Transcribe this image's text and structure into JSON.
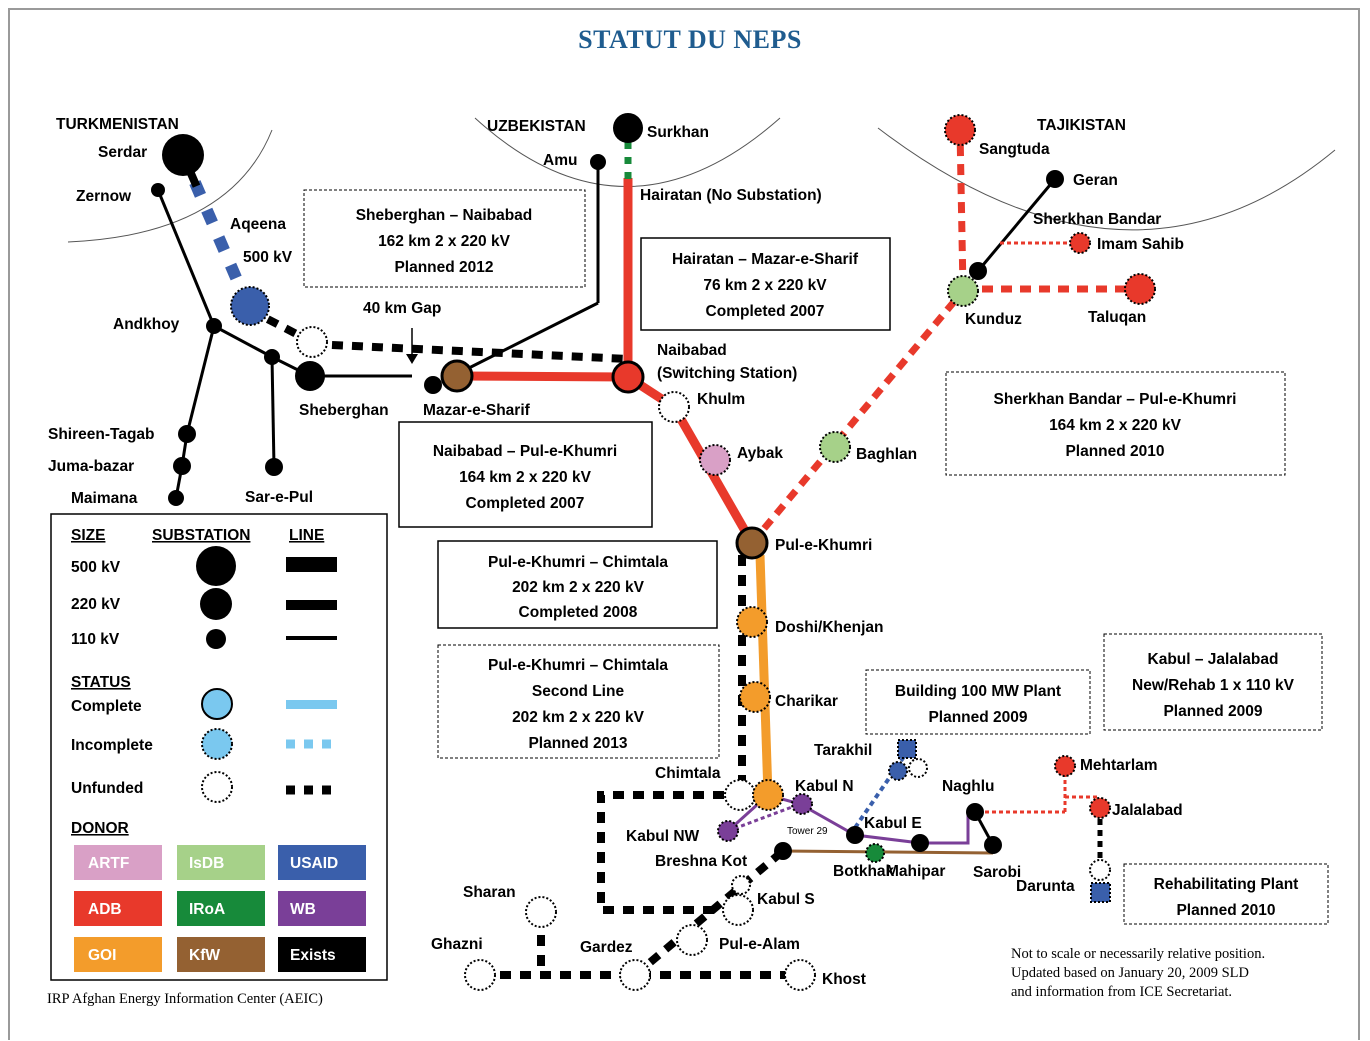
{
  "title": "STATUT DU NEPS",
  "countries": {
    "turkmenistan": "TURKMENISTAN",
    "uzbekistan": "UZBEKISTAN",
    "tajikistan": "TAJIKISTAN"
  },
  "places": {
    "serdar": "Serdar",
    "zernow": "Zernow",
    "aqeena": "Aqeena",
    "kv500": "500 kV",
    "andkhoy": "Andkhoy",
    "gap": "40 km Gap",
    "sheberghan": "Sheberghan",
    "mazar": "Mazar-e-Sharif",
    "shireen": "Shireen-Tagab",
    "juma": "Juma-bazar",
    "maimana": "Maimana",
    "sarepul": "Sar-e-Pul",
    "amu": "Amu",
    "surkhan": "Surkhan",
    "hairatan": "Hairatan (No Substation)",
    "naibabad1": "Naibabad",
    "naibabad2": "(Switching Station)",
    "khulm": "Khulm",
    "aybak": "Aybak",
    "pulekhumri": "Pul-e-Khumri",
    "baghlan": "Baghlan",
    "sangtuda": "Sangtuda",
    "geran": "Geran",
    "sherkhan": "Sherkhan Bandar",
    "imam": "Imam Sahib",
    "kunduz": "Kunduz",
    "taluqan": "Taluqan",
    "doshi": "Doshi/Khenjan",
    "charikar": "Charikar",
    "chimtala": "Chimtala",
    "kabuln": "Kabul N",
    "kabulnw": "Kabul NW",
    "tower29": "Tower 29",
    "kabule": "Kabul E",
    "breshna": "Breshna Kot",
    "botkhak": "Botkhak",
    "mahipar": "Mahipar",
    "sarobi": "Sarobi",
    "naghlu": "Naghlu",
    "tarakhil": "Tarakhil",
    "mehtarlam": "Mehtarlam",
    "jalalabad": "Jalalabad",
    "darunta": "Darunta",
    "kabuls": "Kabul S",
    "sharan": "Sharan",
    "ghazni": "Ghazni",
    "gardez": "Gardez",
    "pulealam": "Pul-e-Alam",
    "khost": "Khost"
  },
  "boxes": {
    "sheberghan": [
      "Sheberghan – Naibabad",
      "162 km 2 x 220 kV",
      "Planned 2012"
    ],
    "hairatan": [
      "Hairatan – Mazar-e-Sharif",
      "76 km 2 x 220 kV",
      "Completed 2007"
    ],
    "naibabad": [
      "Naibabad – Pul-e-Khumri",
      "164 km 2 x 220 kV",
      "Completed 2007"
    ],
    "sherkhan": [
      "Sherkhan Bandar – Pul-e-Khumri",
      "164 km 2 x 220 kV",
      "Planned 2010"
    ],
    "chimtala1": [
      "Pul-e-Khumri – Chimtala",
      "202 km 2 x 220 kV",
      "Completed 2008"
    ],
    "chimtala2": [
      "Pul-e-Khumri – Chimtala",
      "Second Line",
      "202 km 2 x 220 kV",
      "Planned 2013"
    ],
    "building": [
      "Building 100 MW Plant",
      "Planned 2009"
    ],
    "jalalabad": [
      "Kabul – Jalalabad",
      "New/Rehab 1 x 110 kV",
      "Planned 2009"
    ],
    "rehab": [
      "Rehabilitating Plant",
      "Planned 2010"
    ]
  },
  "legend": {
    "size_header": "SIZE",
    "substation_header": "SUBSTATION",
    "line_header": "LINE",
    "sizes": [
      "500 kV",
      "220 kV",
      "110 kV"
    ],
    "status_header": "STATUS",
    "statuses": [
      "Complete",
      "Incomplete",
      "Unfunded"
    ],
    "donor_header": "DONOR",
    "donors": [
      {
        "label": "ARTF",
        "color": "#d9a0c6"
      },
      {
        "label": "IsDB",
        "color": "#a6d189"
      },
      {
        "label": "USAID",
        "color": "#3a5fab"
      },
      {
        "label": "ADB",
        "color": "#e8392b"
      },
      {
        "label": "IRoA",
        "color": "#178a3a"
      },
      {
        "label": "WB",
        "color": "#7a3f98"
      },
      {
        "label": "GOI",
        "color": "#f39c2b"
      },
      {
        "label": "KfW",
        "color": "#946132"
      },
      {
        "label": "Exists",
        "color": "#000000"
      }
    ]
  },
  "colors": {
    "title": "#1f5c8f",
    "complete": "#7ac8ef"
  },
  "footer": {
    "source": "IRP Afghan Energy Information Center (AEIC)",
    "note": [
      "Not to scale or necessarily relative position.",
      "Updated based on January 20, 2009 SLD",
      "and information from ICE Secretariat."
    ]
  }
}
